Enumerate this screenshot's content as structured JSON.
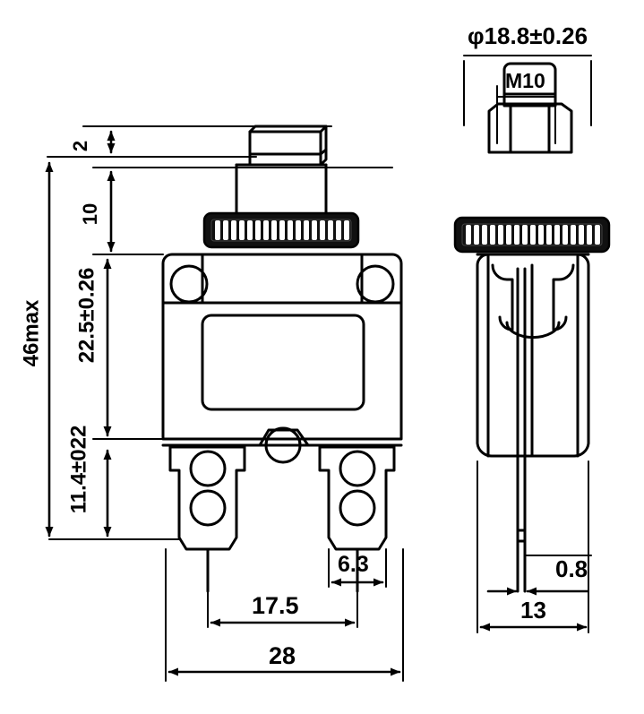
{
  "drawing": {
    "title": "Thermal circuit breaker outline dimension drawing",
    "type": "engineering-dimension-drawing",
    "units": "mm",
    "line_color": "#000000",
    "background_color": "#ffffff",
    "views": [
      {
        "name": "front-view",
        "position": "left"
      },
      {
        "name": "side-view",
        "position": "right"
      }
    ]
  },
  "dimensions": {
    "front": {
      "plunger_travel": "2",
      "plunger_height": "10",
      "overall_height": "46max",
      "body_height": "22.5±0.26",
      "terminal_height": "11.4±022",
      "terminal_width": "6.3",
      "terminal_spacing": "17.5",
      "body_width": "28"
    },
    "side": {
      "collar_diameter": "φ18.8±0.26",
      "thread": "M10",
      "blade_thickness": "0.8",
      "body_depth": "13"
    }
  },
  "labels": [
    {
      "id": "dim-2",
      "text": "2",
      "orient": "vertical"
    },
    {
      "id": "dim-10",
      "text": "10",
      "orient": "vertical"
    },
    {
      "id": "dim-46max",
      "text": "46max",
      "orient": "vertical"
    },
    {
      "id": "dim-22-5",
      "text": "22.5±0.26",
      "orient": "vertical"
    },
    {
      "id": "dim-11-4",
      "text": "11.4±022",
      "orient": "vertical"
    },
    {
      "id": "dim-6-3",
      "text": "6.3",
      "orient": "horizontal"
    },
    {
      "id": "dim-17-5",
      "text": "17.5",
      "orient": "horizontal"
    },
    {
      "id": "dim-28",
      "text": "28",
      "orient": "horizontal"
    },
    {
      "id": "dim-phi18-8",
      "text": "φ18.8±0.26",
      "orient": "horizontal"
    },
    {
      "id": "dim-m10",
      "text": "M10",
      "orient": "horizontal"
    },
    {
      "id": "dim-0-8",
      "text": "0.8",
      "orient": "horizontal"
    },
    {
      "id": "dim-13",
      "text": "13",
      "orient": "horizontal"
    }
  ]
}
